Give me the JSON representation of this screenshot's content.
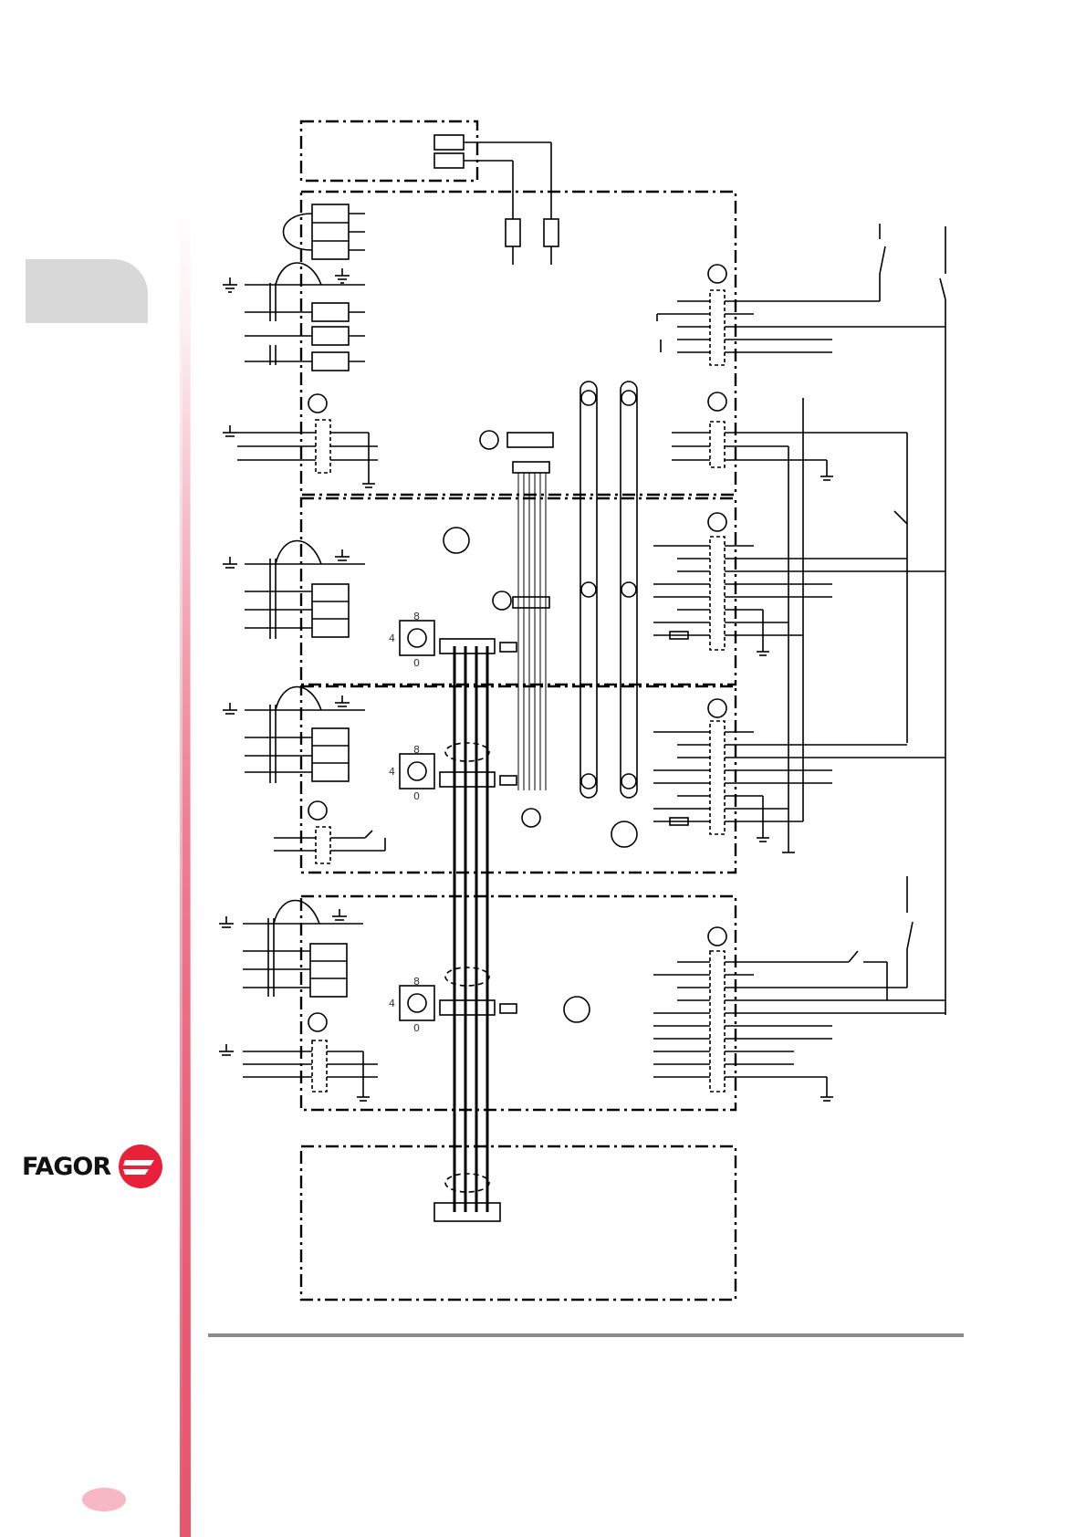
{
  "brand": {
    "logo_text": "FAGOR",
    "accent_color": "#e8556f",
    "tab_color": "#d8d8d8"
  },
  "diagram": {
    "modules": [
      {
        "id": "top-connector-box",
        "kind": "connector"
      },
      {
        "id": "module-1",
        "kind": "module"
      },
      {
        "id": "module-2",
        "kind": "module"
      },
      {
        "id": "module-3",
        "kind": "module"
      },
      {
        "id": "module-4",
        "kind": "module"
      },
      {
        "id": "bottom-box",
        "kind": "connector"
      }
    ],
    "rotary_switches": [
      {
        "id": "rotary-switch-module-2",
        "labels": [
          "8",
          "4",
          "0"
        ]
      },
      {
        "id": "rotary-switch-module-3",
        "labels": [
          "8",
          "4",
          "0"
        ]
      },
      {
        "id": "rotary-switch-module-4",
        "labels": [
          "8",
          "4",
          "0"
        ]
      }
    ]
  }
}
